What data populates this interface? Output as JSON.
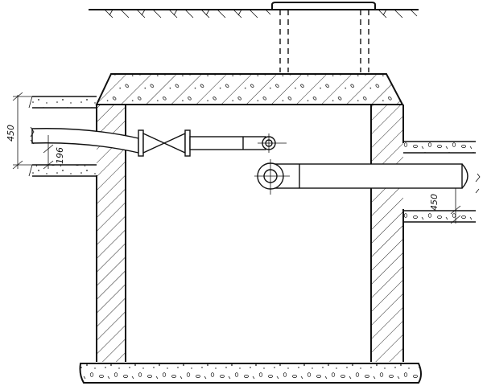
{
  "dimensions": {
    "left_wall_opening": "450",
    "left_pipe_offset": "196",
    "right_wall_opening": "450"
  }
}
